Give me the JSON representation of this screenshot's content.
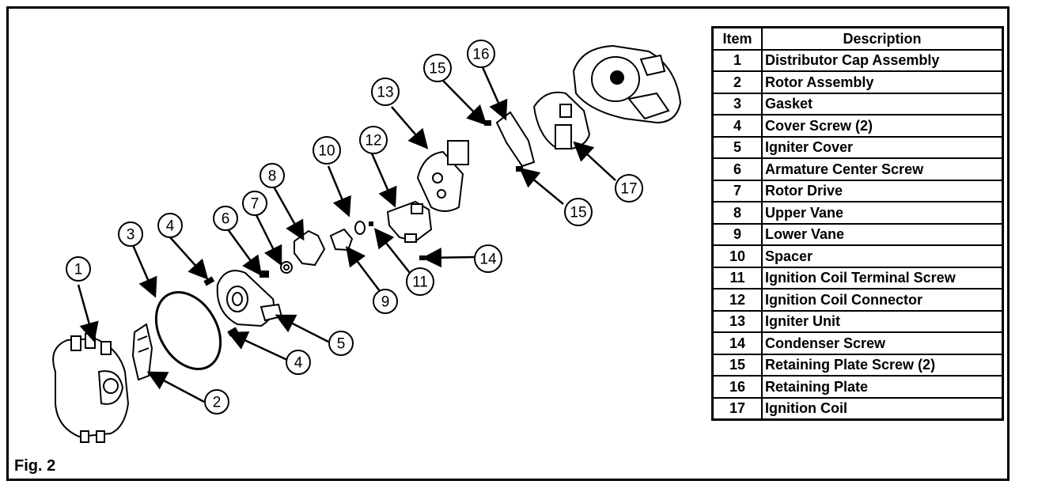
{
  "figure": {
    "label": "Fig. 2"
  },
  "table": {
    "headers": {
      "item": "Item",
      "description": "Description"
    },
    "rows": [
      {
        "item": "1",
        "description": "Distributor Cap Assembly"
      },
      {
        "item": "2",
        "description": "Rotor Assembly"
      },
      {
        "item": "3",
        "description": "Gasket"
      },
      {
        "item": "4",
        "description": "Cover Screw (2)"
      },
      {
        "item": "5",
        "description": "Igniter Cover"
      },
      {
        "item": "6",
        "description": "Armature Center Screw"
      },
      {
        "item": "7",
        "description": "Rotor Drive"
      },
      {
        "item": "8",
        "description": "Upper Vane"
      },
      {
        "item": "9",
        "description": "Lower Vane"
      },
      {
        "item": "10",
        "description": "Spacer"
      },
      {
        "item": "11",
        "description": "Ignition Coil Terminal Screw"
      },
      {
        "item": "12",
        "description": "Ignition Coil Connector"
      },
      {
        "item": "13",
        "description": "Igniter Unit"
      },
      {
        "item": "14",
        "description": "Condenser Screw"
      },
      {
        "item": "15",
        "description": "Retaining Plate Screw (2)"
      },
      {
        "item": "16",
        "description": "Retaining Plate"
      },
      {
        "item": "17",
        "description": "Ignition Coil"
      }
    ]
  },
  "callouts": [
    "1",
    "2",
    "3",
    "4",
    "4",
    "5",
    "6",
    "7",
    "8",
    "9",
    "10",
    "11",
    "12",
    "13",
    "14",
    "15",
    "15",
    "16",
    "17"
  ]
}
